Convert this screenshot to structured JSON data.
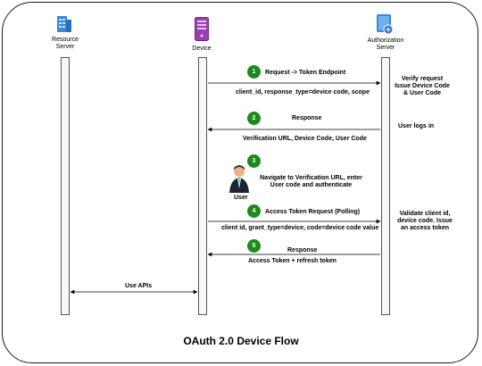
{
  "actors": {
    "resource_server": "Resource\nServer",
    "device": "Device",
    "authorization_server": "Authorization\nServer",
    "user": "User"
  },
  "steps": [
    {
      "number": "1",
      "title": "Request -> Token Endpoint",
      "detail": "client_id, response_type=device code, scope"
    },
    {
      "number": "2",
      "title": "Response",
      "detail": "Verification URL, Device Code, User Code"
    },
    {
      "number": "3",
      "title": "Navigate to Verification URL, enter User code and authenticate"
    },
    {
      "number": "4",
      "title": "Access Token Request (Polling)",
      "detail": "client id, grant_type=device, code=device code value"
    },
    {
      "number": "5",
      "title": "Response",
      "detail": "Access Token  + refresh token"
    }
  ],
  "server_notes": {
    "verify": "Verify request Issue Device Code & User Code",
    "logs_in": "User logs in",
    "validate": "Validate client id, device code. Issue an access token"
  },
  "use_apis": "Use APIs",
  "footer_title": "OAuth 2.0 Device Flow",
  "colors": {
    "step_circle": "#1d8a1d",
    "device_icon": "#9c3fb0",
    "server_icon": "#3a87d6"
  }
}
